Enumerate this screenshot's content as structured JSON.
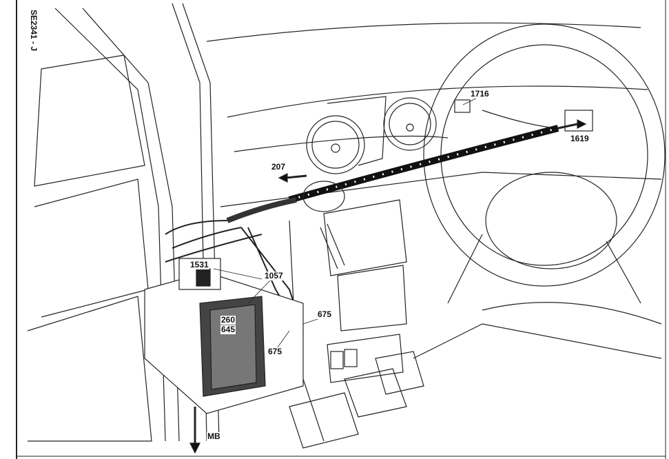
{
  "figure_ref": "SE2341 - J",
  "callouts": {
    "c207": "207",
    "c1716": "1716",
    "c1619": "1619",
    "c1531": "1531",
    "c1057": "1057",
    "c260": "260",
    "c645": "645",
    "c675a": "675",
    "c675b": "675",
    "mb": "MB"
  },
  "colors": {
    "ink": "#111111",
    "background": "#ffffff"
  }
}
